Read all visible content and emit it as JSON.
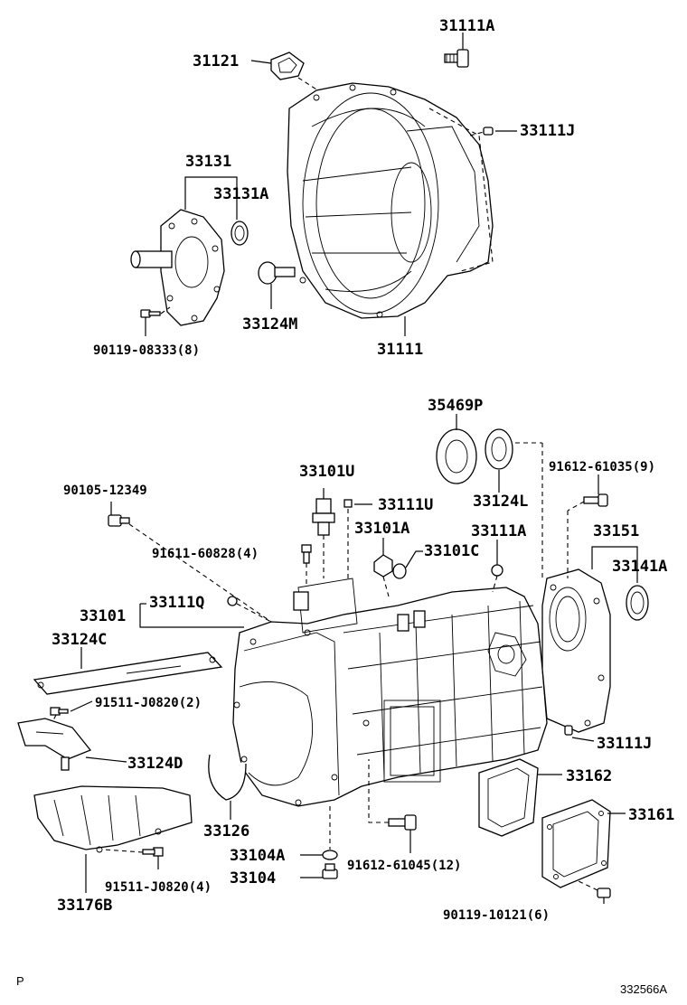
{
  "diagram": {
    "labels": {
      "p31111A": "31111A",
      "p31121": "31121",
      "p33111J_top": "33111J",
      "p33131": "33131",
      "p33131A": "33131A",
      "p33124M": "33124M",
      "p31111": "31111",
      "p90119_08333": "90119-08333(8)",
      "p35469P": "35469P",
      "p91612_61035": "91612-61035(9)",
      "p33101U": "33101U",
      "p90105_12349": "90105-12349",
      "p33111U": "33111U",
      "p33124L": "33124L",
      "p33101A": "33101A",
      "p33111A": "33111A",
      "p33151": "33151",
      "p91611_60828": "91611-60828(4)",
      "p33101C": "33101C",
      "p33141A": "33141A",
      "p33111Q": "33111Q",
      "p33101": "33101",
      "p33124C": "33124C",
      "p91511_J0820_2": "91511-J0820(2)",
      "p33124D": "33124D",
      "p33111J_bot": "33111J",
      "p33162": "33162",
      "p33126": "33126",
      "p33161": "33161",
      "p33104A": "33104A",
      "p91612_61045": "91612-61045(12)",
      "p33104": "33104",
      "p91511_J0820_4": "91511-J0820(4)",
      "p90119_10121": "90119-10121(6)",
      "p33176B": "33176B"
    },
    "footer": {
      "left": "P",
      "right": "332566A"
    }
  }
}
